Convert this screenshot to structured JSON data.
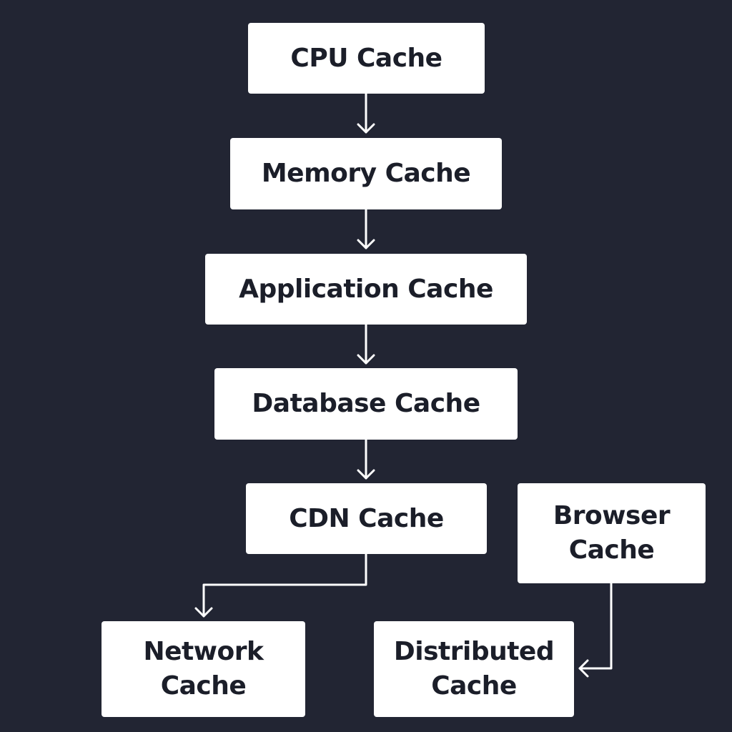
{
  "nodes": {
    "cpu": "CPU Cache",
    "memory": "Memory Cache",
    "application": "Application Cache",
    "database": "Database Cache",
    "cdn": "CDN Cache",
    "browser": "Browser\nCache",
    "network": "Network\nCache",
    "distributed": "Distributed\nCache"
  },
  "edges": [
    {
      "from": "CPU Cache",
      "to": "Memory Cache"
    },
    {
      "from": "Memory Cache",
      "to": "Application Cache"
    },
    {
      "from": "Application Cache",
      "to": "Database Cache"
    },
    {
      "from": "Database Cache",
      "to": "CDN Cache"
    },
    {
      "from": "CDN Cache",
      "to": "Network Cache"
    },
    {
      "from": "Browser Cache",
      "to": "Distributed Cache"
    }
  ],
  "colors": {
    "background": "#222533",
    "node_fill": "#ffffff",
    "node_text": "#1b1e29",
    "connector": "#ffffff"
  }
}
